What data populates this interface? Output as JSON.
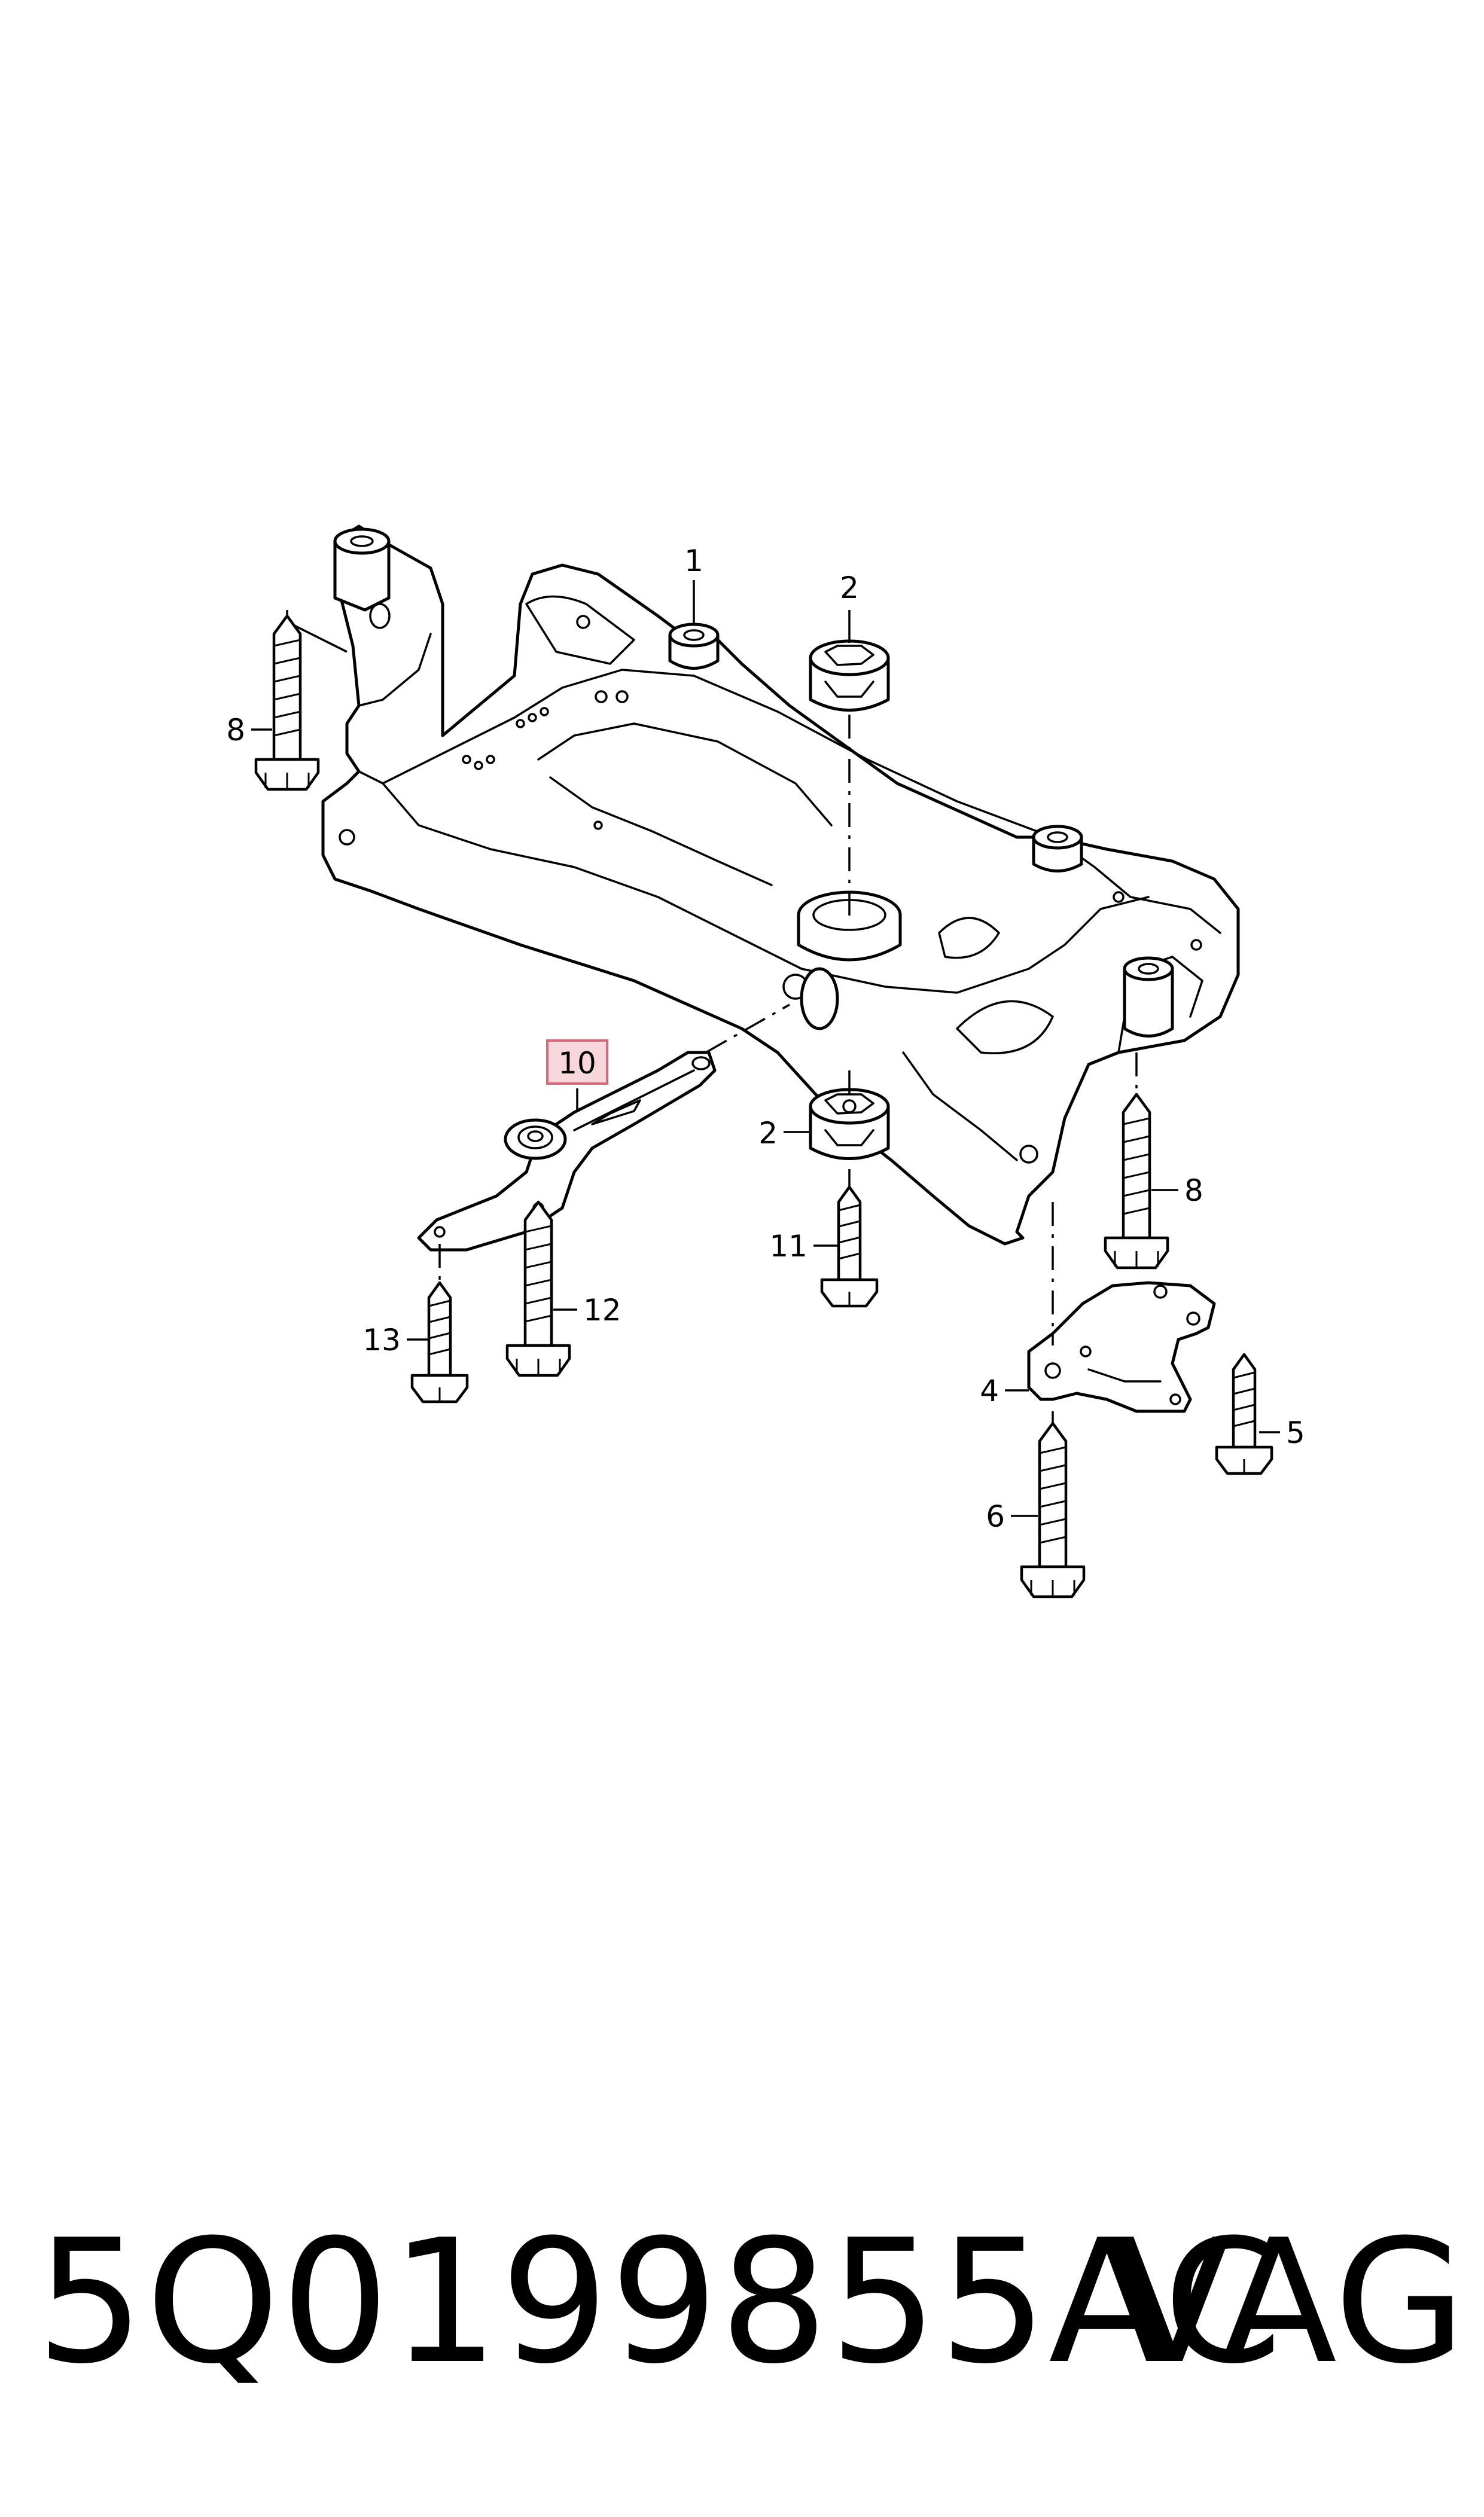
{
  "diagram": {
    "callouts": [
      {
        "id": "1",
        "label": "1"
      },
      {
        "id": "2a",
        "label": "2"
      },
      {
        "id": "2b",
        "label": "2"
      },
      {
        "id": "4",
        "label": "4"
      },
      {
        "id": "5",
        "label": "5"
      },
      {
        "id": "6",
        "label": "6"
      },
      {
        "id": "8a",
        "label": "8"
      },
      {
        "id": "8b",
        "label": "8"
      },
      {
        "id": "10",
        "label": "10"
      },
      {
        "id": "11",
        "label": "11"
      },
      {
        "id": "12",
        "label": "12"
      },
      {
        "id": "13",
        "label": "13"
      }
    ],
    "highlight_color": "#f7d7dc",
    "highlight_border": "#d46a7c"
  },
  "footer": {
    "part_number": "5Q0199855AC",
    "brand": "VAG"
  }
}
